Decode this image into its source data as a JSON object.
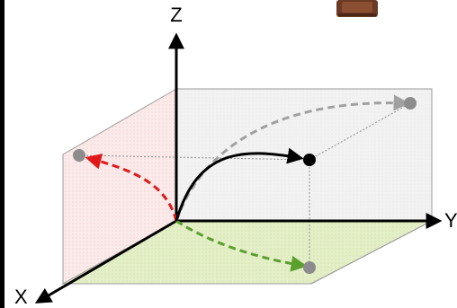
{
  "axes": {
    "x_label": "X",
    "y_label": "Y",
    "z_label": "Z"
  },
  "colors": {
    "background": "#ffffff",
    "left_frame": "#000000",
    "axis": "#000000",
    "plane_xz_fill": "#fbe4e4",
    "plane_yz_fill": "#eeeeee",
    "plane_xy_fill": "#e4efc8",
    "plane_edge": "#9a9a9a",
    "curve_main": "#000000",
    "curve_gray": "#a0a0a0",
    "curve_red": "#e01818",
    "curve_green": "#5aa02c",
    "point_main": "#000000",
    "point_projection": "#8c8c8c",
    "guide_line": "#8c8c8c",
    "photo_fill": "#6b3a24"
  }
}
